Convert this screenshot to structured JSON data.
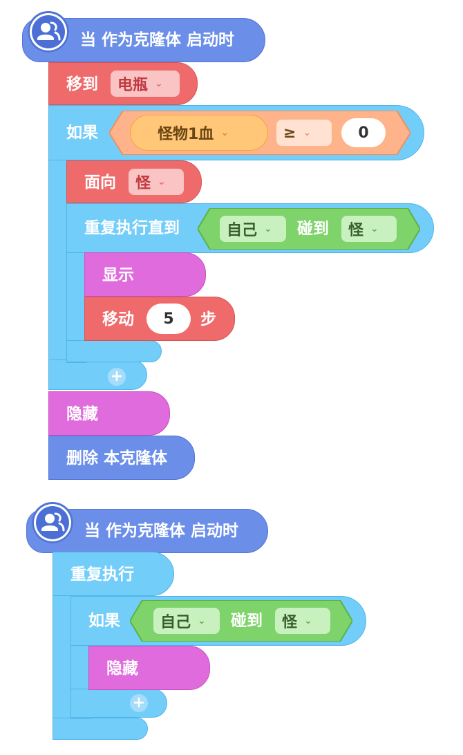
{
  "script1": {
    "hat_label": "当 作为克隆体 启动时",
    "moveto_label": "移到",
    "moveto_target": "电瓶",
    "if_label": "如果",
    "cond_var": "怪物1血",
    "cond_op": "≥",
    "cond_value": "0",
    "face_label": "面向",
    "face_target": "怪",
    "repeat_until_label": "重复执行直到",
    "touch_self": "自己",
    "touch_label": "碰到",
    "touch_target": "怪",
    "show_label": "显示",
    "move_label": "移动",
    "move_steps": "5",
    "move_unit": "步",
    "plus": "+",
    "hide_label": "隐藏",
    "delete_label": "删除 本克隆体"
  },
  "script2": {
    "hat_label": "当 作为克隆体 启动时",
    "forever_label": "重复执行",
    "if_label": "如果",
    "touch_self": "自己",
    "touch_label": "碰到",
    "touch_target": "怪",
    "hide_label": "隐藏",
    "plus": "+"
  },
  "colors": {
    "event": "#6b8ee8",
    "motion": "#ef6b6b",
    "control": "#72cdf9",
    "looks": "#e06bdc",
    "operator": "#ffb38a",
    "sensing": "#7ed36a",
    "variable": "#ffc777"
  },
  "icons": {
    "hat": "users-icon",
    "chevron": "chevron-down-icon"
  }
}
